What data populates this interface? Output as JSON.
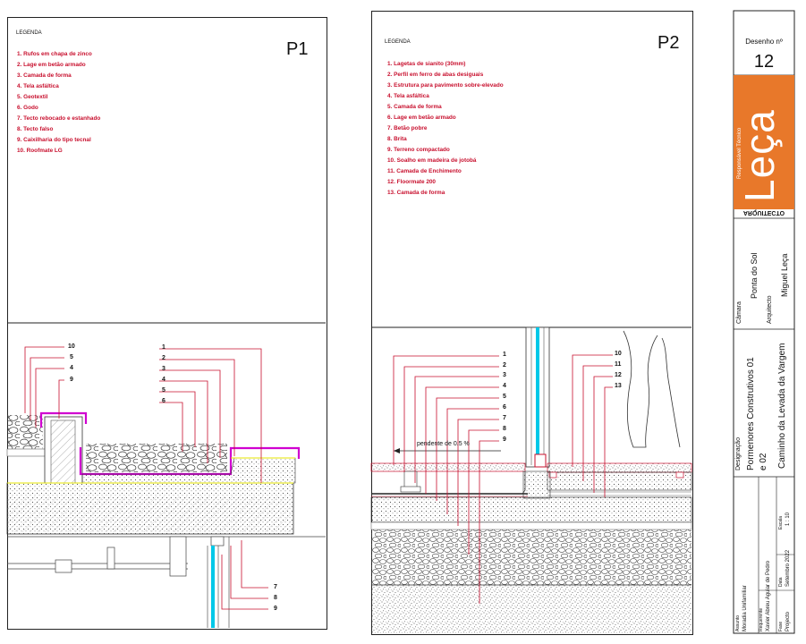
{
  "p1": {
    "label": "P1",
    "legend_title": "LEGENDA",
    "legend": [
      "1. Rufos em chapa de zinco",
      "2. Lage em betão armado",
      "3. Camada de forma",
      "4. Tela asfáltica",
      "5. Geotextil",
      "6. Godo",
      "7. Tecto rebocado e estanhado",
      "8. Tecto falso",
      "9. Caixilharia do tipo tecnal",
      "10. Roofmate LG"
    ],
    "callouts_left": [
      "10",
      "5",
      "4",
      "9"
    ],
    "callouts_right": [
      "1",
      "2",
      "3",
      "4",
      "5",
      "6"
    ],
    "callouts_bottom": [
      "7",
      "8",
      "9"
    ]
  },
  "p2": {
    "label": "P2",
    "legend_title": "LEGENDA",
    "legend": [
      "1. Lagetas de sianito (30mm)",
      "2. Perfil em ferro de abas desiguais",
      "3. Estrutura para pavimento sobre-elevado",
      "4. Tela asfáltica",
      "5. Camada de forma",
      "6. Lage em betão armado",
      "7. Betão pobre",
      "8. Brita",
      "9. Terreno compactado",
      "10. Soalho em madeira de jotobá",
      "11. Camada de Enchimento",
      "12. Floormate 200",
      "13. Camada de forma"
    ],
    "callouts_left": [
      "1",
      "2",
      "3",
      "4",
      "5",
      "6",
      "7",
      "8",
      "9"
    ],
    "callouts_right": [
      "10",
      "11",
      "12",
      "13"
    ],
    "slope_note": "pendente de 0.5 %"
  },
  "title_block": {
    "drawing_no_label": "Desenho nº",
    "drawing_no": "12",
    "logo_text": "Leça",
    "responsible_label": "Responsável Técnico",
    "logo_caption": "ARQUITECTO",
    "camara_label": "Câmara",
    "camara_value": "Ponta do Sol",
    "arquitecto_label": "Arquitecto",
    "arquitecto_value": "Miguel Leça",
    "designacao_label": "Designação",
    "designacao_line1": "Pormenores Construtivos 01",
    "designacao_line2": "e 02",
    "location": "Caminho da Levada da Vargem",
    "assunto_label": "Assunto",
    "assunto_value": "Moradia Unifamiliar",
    "requerente_label": "Requerente",
    "requerente_value": "Xavier Abreu Aguiar de Pedro",
    "fase_label": "Fase",
    "fase_value": "Projecto",
    "data_label": "Data",
    "data_value": "Setembro 2022",
    "escala_label": "Escala",
    "escala_value": "1 : 10"
  },
  "colors": {
    "callout_red": "#c8102e",
    "logo_orange": "#e8782a",
    "flashing_magenta": "#d000d0",
    "glass_cyan": "#00c8e8",
    "membrane_yellow": "#e6e600"
  }
}
